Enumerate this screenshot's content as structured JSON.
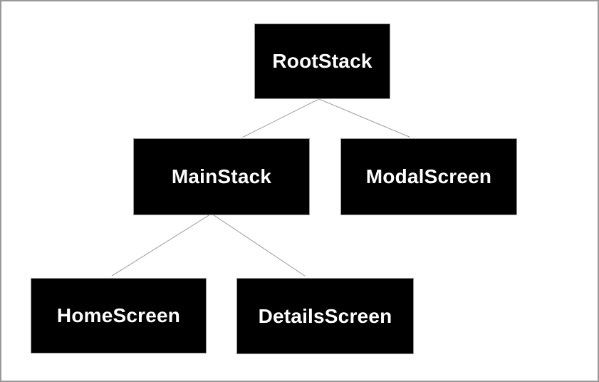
{
  "diagram": {
    "title": "navigation-stack-tree",
    "nodes": [
      {
        "id": "rootstack",
        "label": "RootStack"
      },
      {
        "id": "mainstack",
        "label": "MainStack"
      },
      {
        "id": "modalscreen",
        "label": "ModalScreen"
      },
      {
        "id": "homescreen",
        "label": "HomeScreen"
      },
      {
        "id": "detailsscreen",
        "label": "DetailsScreen"
      }
    ],
    "edges": [
      {
        "from": "RootStack",
        "to": "MainStack"
      },
      {
        "from": "RootStack",
        "to": "ModalScreen"
      },
      {
        "from": "MainStack",
        "to": "HomeScreen"
      },
      {
        "from": "MainStack",
        "to": "DetailsScreen"
      }
    ],
    "colors": {
      "background": "#ffffff",
      "canvas_border": "#999999",
      "node_fill": "#000000",
      "node_border": "#999999",
      "node_text": "#ffffff",
      "edge_line": "#999999"
    }
  }
}
